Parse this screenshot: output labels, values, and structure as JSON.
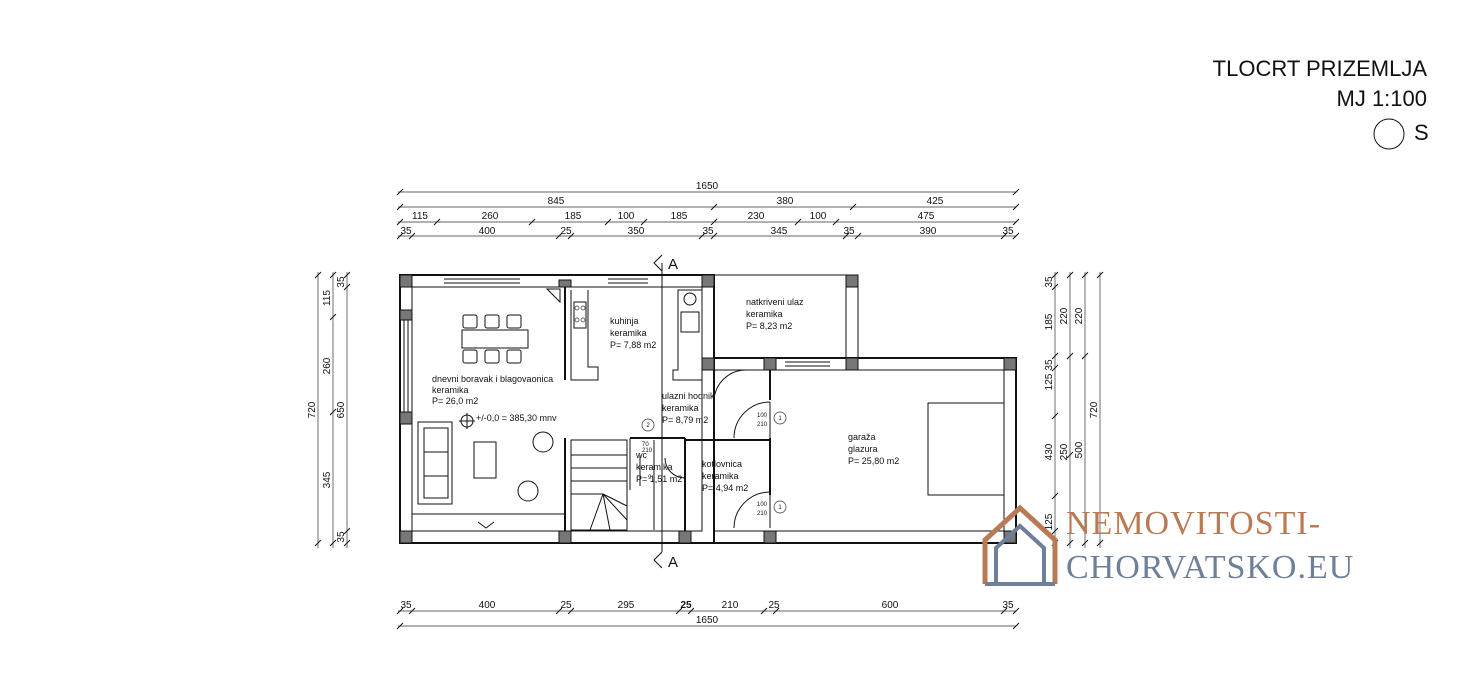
{
  "title": {
    "line1": "TLOCRT PRIZEMLJA",
    "line2": "MJ  1:100",
    "north": "S"
  },
  "section_marker": "A",
  "dims_top": {
    "total": "1650",
    "row2": [
      "845",
      "380",
      "425"
    ],
    "row3": [
      "115",
      "260",
      "185",
      "100",
      "185",
      "230",
      "100",
      "475"
    ],
    "row4": [
      "35",
      "400",
      "25",
      "350",
      "35",
      "345",
      "35",
      "390",
      "35"
    ]
  },
  "dims_bottom": {
    "row1": [
      "35",
      "400",
      "25",
      "295",
      "25",
      "210",
      "25",
      "600",
      "35"
    ],
    "total": "1650"
  },
  "dims_left": {
    "total": "720",
    "row2": [
      "115",
      "260",
      "345"
    ],
    "row3": [
      "35",
      "650",
      "35"
    ]
  },
  "dims_right": {
    "inner": [
      "35",
      "185",
      "35",
      "125",
      "430",
      "125"
    ],
    "mid": [
      "220",
      "250"
    ],
    "outer": [
      "220",
      "500"
    ],
    "total": "720"
  },
  "rooms": {
    "living": {
      "name": "dnevni boravak i blagovaonica",
      "floor": "keramika",
      "area": "P= 26,0 m2"
    },
    "kitchen": {
      "name": "kuhinja",
      "floor": "keramika",
      "area": "P= 7,88 m2"
    },
    "porch": {
      "name": "natkriveni ulaz",
      "floor": "keramika",
      "area": "P= 8,23 m2"
    },
    "hall": {
      "name": "ulazni hodnik",
      "floor": "keramika",
      "area": "P= 8,79 m2"
    },
    "wc": {
      "name": "wc",
      "floor": "keramika",
      "area": "P= 1,51 m2"
    },
    "boiler": {
      "name": "kotlovnica",
      "floor": "keramika",
      "area": "P= 4,94 m2"
    },
    "garage": {
      "name": "garaža",
      "floor": "glazura",
      "area": "P= 25,80 m2"
    }
  },
  "level_mark": "+/-0,0 = 385,30 mnv",
  "door_tags": {
    "d1_w": "100",
    "d1_h": "210",
    "d1_n": "1",
    "d2_w": "100",
    "d2_h": "210",
    "d2_n": "1",
    "wc_n": "2",
    "wc_w": "70",
    "wc_h": "210",
    "stair_n": "9"
  },
  "logo": {
    "line1": "NEMOVITOSTI-",
    "line2": "CHORVATSKO.EU",
    "color1": "#b87b55",
    "color2": "#6e7f99"
  }
}
